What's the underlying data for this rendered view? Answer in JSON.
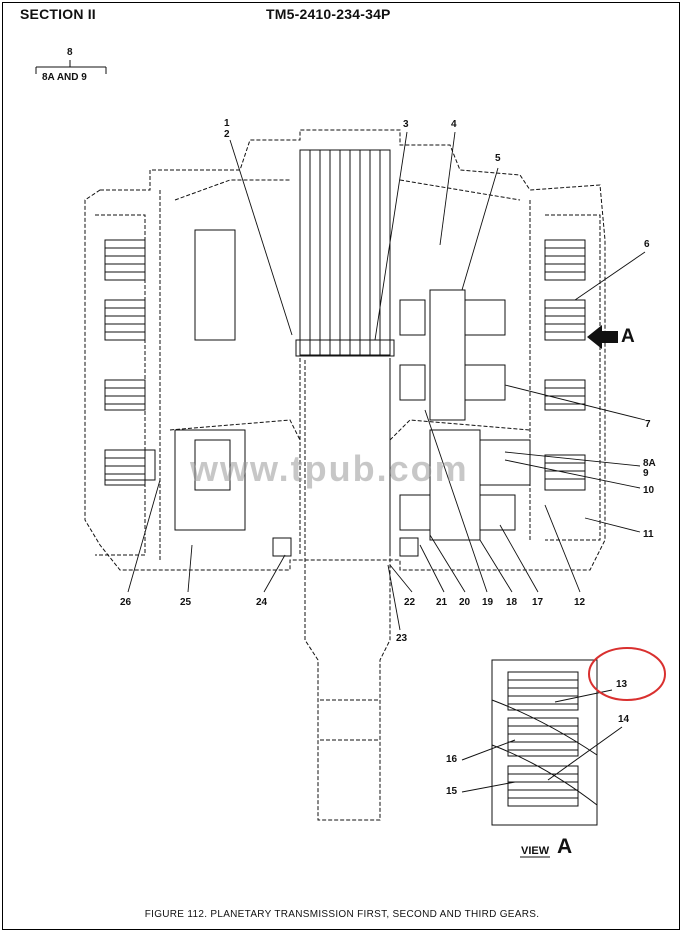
{
  "header": {
    "section": "SECTION II",
    "doc_number": "TM5-2410-234-34P"
  },
  "ref_key": {
    "top": "8",
    "bottom": "8A AND 9"
  },
  "callouts": [
    "1",
    "2",
    "3",
    "4",
    "5",
    "6",
    "7",
    "8A",
    "9",
    "10",
    "11",
    "12",
    "13",
    "14",
    "15",
    "16",
    "17",
    "18",
    "19",
    "20",
    "21",
    "22",
    "23",
    "24",
    "25",
    "26"
  ],
  "view_marker": "A",
  "watermark": "www.tpub.com",
  "inset_title": "VIEW",
  "inset_letter": "A",
  "caption": "FIGURE 112. PLANETARY TRANSMISSION FIRST, SECOND AND THIRD GEARS.",
  "colors": {
    "line": "#111111",
    "highlight_circle": "#d9302f",
    "watermark": "#9a9a9a"
  }
}
